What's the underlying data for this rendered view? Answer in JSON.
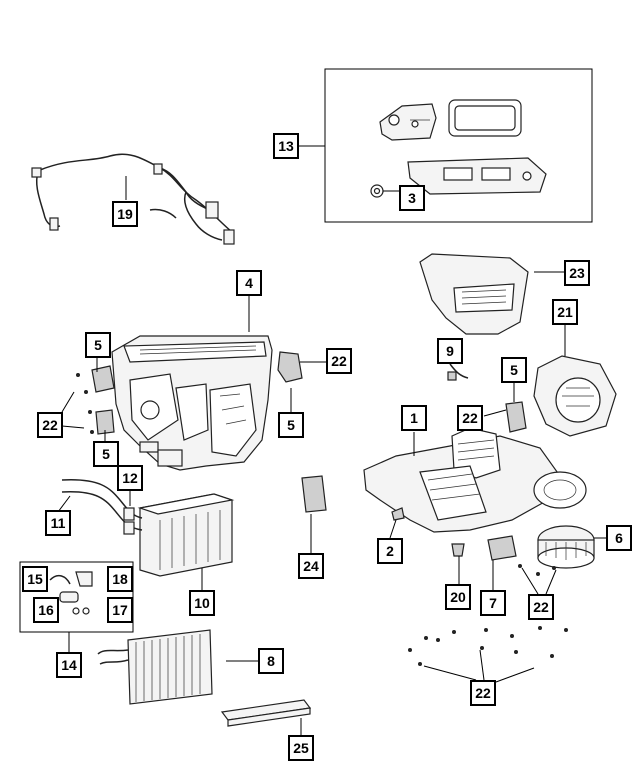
{
  "callouts": {
    "c1": "1",
    "c2": "2",
    "c3": "3",
    "c4": "4",
    "c5a": "5",
    "c5b": "5",
    "c5c": "5",
    "c5d": "5",
    "c6": "6",
    "c7": "7",
    "c8": "8",
    "c9": "9",
    "c10": "10",
    "c11": "11",
    "c12": "12",
    "c13": "13",
    "c14": "14",
    "c15": "15",
    "c16": "16",
    "c17": "17",
    "c18": "18",
    "c19": "19",
    "c20": "20",
    "c21": "21",
    "c22a": "22",
    "c22b": "22",
    "c22c": "22",
    "c22d": "22",
    "c22e": "22",
    "c23": "23",
    "c24": "24",
    "c25": "25"
  }
}
